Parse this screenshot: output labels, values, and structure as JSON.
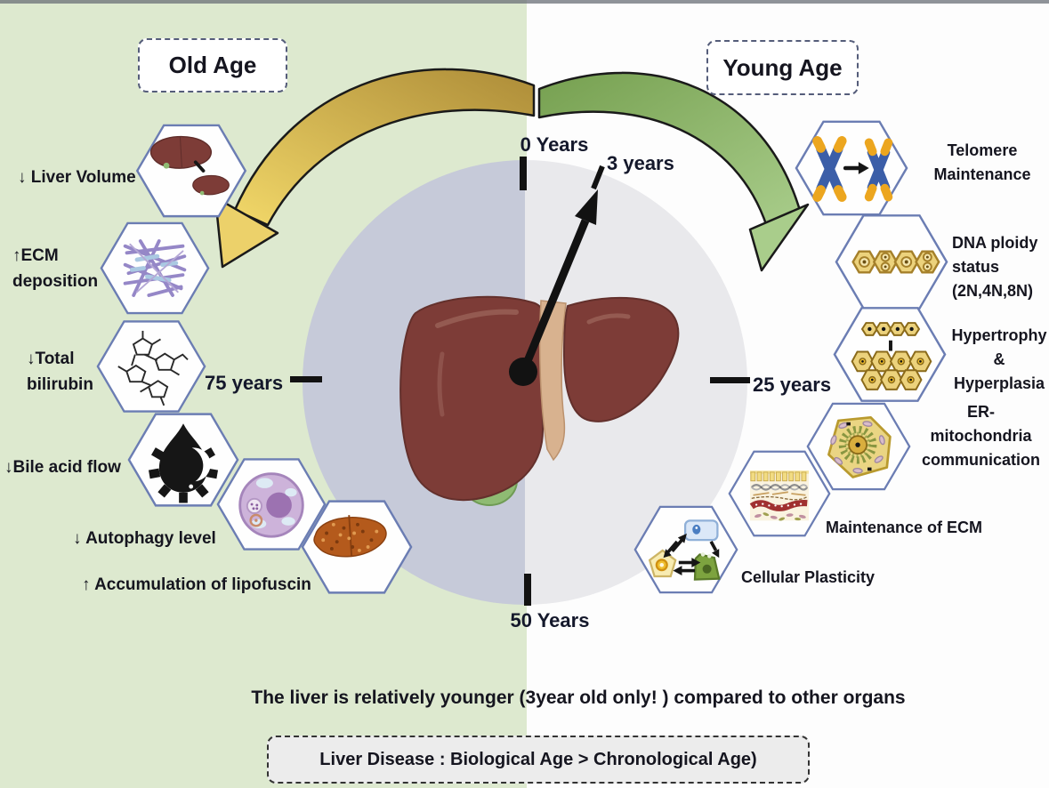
{
  "colors": {
    "left_background": "#dde9cf",
    "clock_left_half": "#c6cad9",
    "clock_right_half": "#e9e9ec",
    "old_age_arrow": "#c9a347",
    "young_age_arrow": "#8cb56b",
    "hex_border": "#6b7db3",
    "liver": "#7d3c37"
  },
  "old_age": {
    "title": "Old Age",
    "items": [
      {
        "label": "↓ Liver Volume",
        "icon": "two-livers-icon"
      },
      {
        "label": "↑ECM\ndeposition",
        "icon": "ecm-fibers-icon"
      },
      {
        "label": "↓Total\nbilirubin",
        "icon": "bilirubin-molecule-icon"
      },
      {
        "label": "↓Bile acid flow",
        "icon": "bile-gear-drop-icon"
      },
      {
        "label": "↓ Autophagy level",
        "icon": "autophagy-cell-icon"
      },
      {
        "label": "↑ Accumulation of lipofuscin",
        "icon": "lipofuscin-liver-icon"
      }
    ]
  },
  "young_age": {
    "title": "Young Age",
    "items": [
      {
        "label": "Telomere\nMaintenance",
        "icon": "chromosomes-icon"
      },
      {
        "label": "DNA ploidy\nstatus\n(2N,4N,8N)",
        "icon": "ploidy-cells-icon"
      },
      {
        "label": "Hypertrophy\n&\nHyperplasia",
        "icon": "hypertrophy-cells-icon"
      },
      {
        "label": "ER-\nmitochondria\ncommunication",
        "icon": "er-mitochondria-cell-icon"
      },
      {
        "label": "Maintenance of ECM",
        "icon": "ecm-layers-icon"
      },
      {
        "label": "Cellular Plasticity",
        "icon": "cell-plasticity-icon"
      }
    ]
  },
  "clock": {
    "top_label": "0 Years",
    "hand_label": "3 years",
    "right_label": "25 years",
    "bottom_label": "50 Years",
    "left_label": "75 years"
  },
  "footer": {
    "sentence": "The liver is relatively younger (3year old only! ) compared to other organs",
    "note": "Liver Disease : Biological Age > Chronological Age)"
  }
}
